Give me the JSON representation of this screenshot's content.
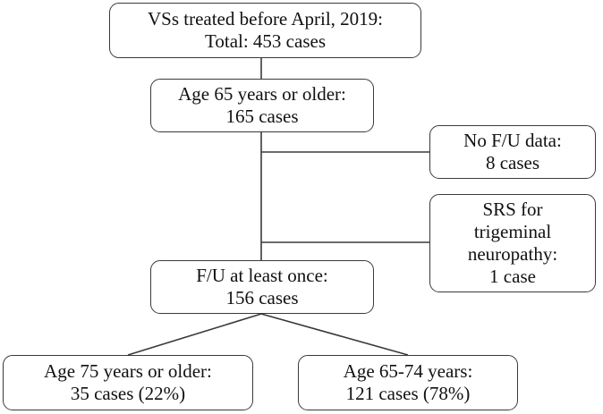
{
  "flowchart": {
    "total": {
      "line1": "VSs treated before April, 2019:",
      "line2": "Total: 453 cases"
    },
    "age65": {
      "line1": "Age 65 years or older:",
      "line2": "165 cases"
    },
    "no_fu": {
      "line1": "No F/U data:",
      "line2": "8 cases"
    },
    "srs": {
      "line1": "SRS for",
      "line2": "trigeminal",
      "line3": "neuropathy:",
      "line4": "1 case"
    },
    "fu_once": {
      "line1": "F/U at least once:",
      "line2": "156 cases"
    },
    "age75": {
      "line1": "Age 75 years or older:",
      "line2": "35 cases (22%)"
    },
    "age65_74": {
      "line1": "Age 65-74 years:",
      "line2": "121 cases (78%)"
    }
  },
  "colors": {
    "line": "#3a3a3a",
    "box_border": "#3a3a3a",
    "text": "#111111",
    "background": "#ffffff"
  }
}
